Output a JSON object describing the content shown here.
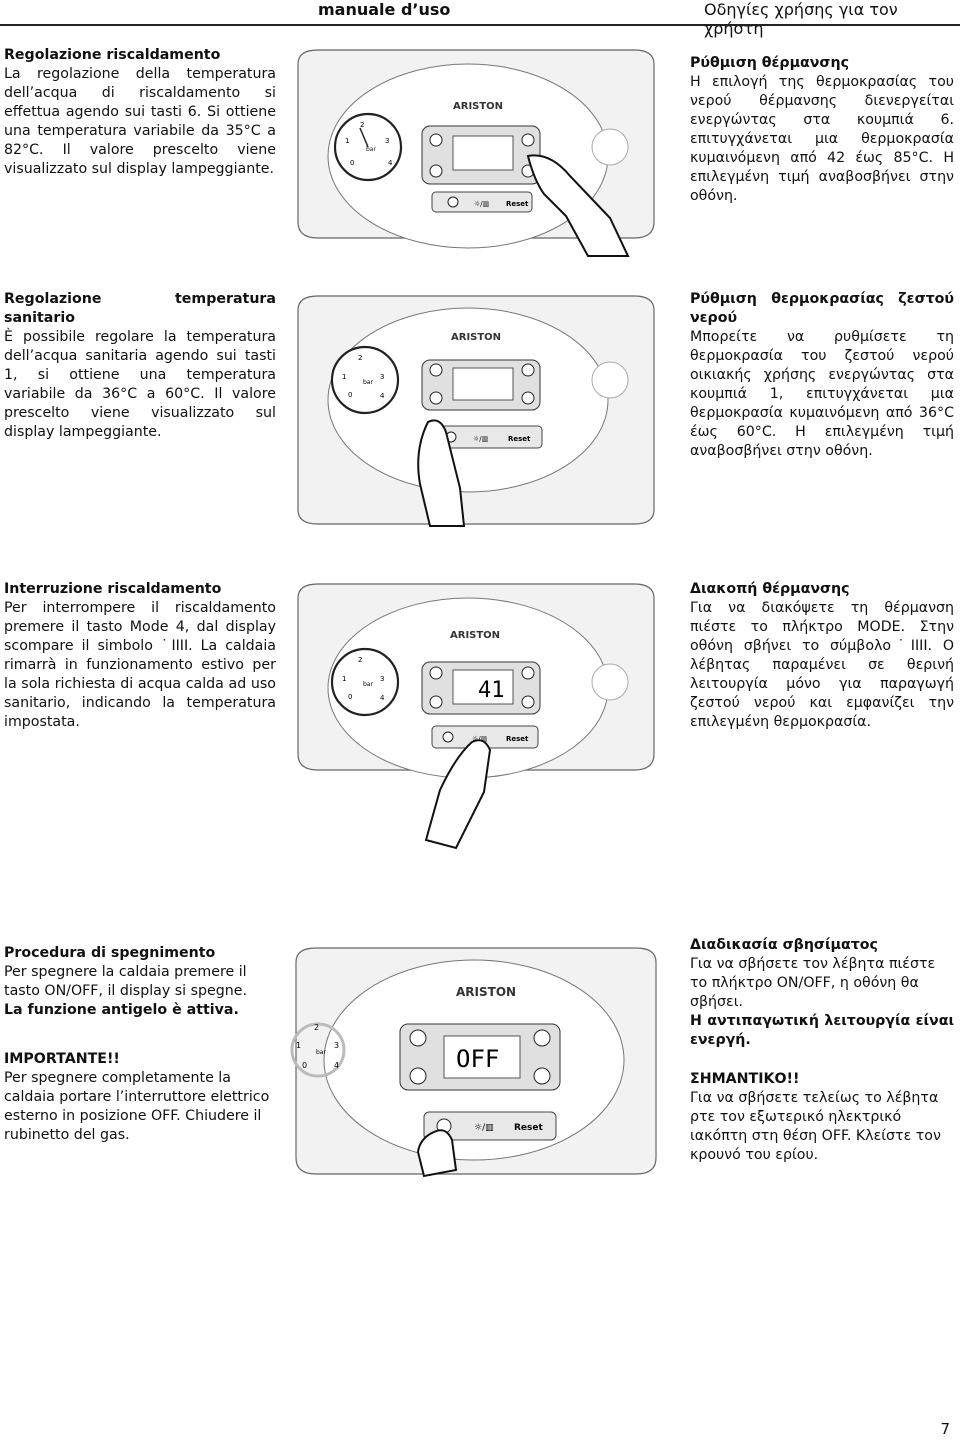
{
  "header": {
    "left": "manuale d’uso",
    "right": "Οδηγίες χρήσης για τον χρήστη"
  },
  "sections": [
    {
      "it_title": "Regolazione riscaldamento",
      "it_body": "La regolazione della temperatura dell’acqua di riscaldamento si effettua agendo sui tasti 6. Si ottiene una temperatura variabile da 35°C a 82°C. Il valore prescelto viene visualizzato sul display lampeggiante.",
      "gr_title": "Ρύθμιση θέρμανσης",
      "gr_body": "Η επιλογή της θερμοκρασίας του νερού θέρμανσης διενεργείται ενεργώντας στα κουμπιά 6. επιτυγχάνεται μια θερμοκρασία κυμαινόμενη από 42 έως 85°C. Η επιλεγμένη τιμή αναβοσβήνει στην οθόνη."
    },
    {
      "it_title": "Regolazione temperatura sanitario",
      "it_body": "È possibile regolare la temperatura dell’acqua sanitaria agendo sui tasti 1, si ottiene una temperatura variabile da 36°C a 60°C. Il valore prescelto viene visualizzato sul display lampeggiante.",
      "gr_title": "Ρύθμιση θερμοκρασίας ζεστού νερού",
      "gr_body": "Μπορείτε να ρυθμίσετε τη θερμοκρασία του ζεστού νερού οικιακής χρήσης ενεργώντας στα κουμπιά 1, επιτυγχάνεται μια θερμοκρασία κυμαινόμενη από 36°C έως 60°C. Η επιλεγμένη τιμή αναβοσβήνει στην οθόνη."
    },
    {
      "it_title": "Interruzione riscaldamento",
      "it_body": "Per interrompere il riscaldamento premere il tasto Mode 4, dal display scompare il simbolo ˙IIII. La caldaia rimarrà in funzionamento estivo per la sola richiesta di acqua calda ad uso sanitario, indicando la temperatura impostata.",
      "gr_title": "Διακοπή θέρμανσης",
      "gr_body": "Για να διακόψετε τη θέρμανση πιέστε το πλήκτρο MODE. Στην οθόνη σβήνει το σύμβολο˙IIII. Ο λέβητας παραμένει σε θερινή λειτουργία μόνο για παραγωγή ζεστού νερού και εμφανίζει την επιλεγμένη θερμοκρασία."
    },
    {
      "it_title": "Procedura di spegnimento",
      "it_body": "Per spegnere la caldaia premere il tasto ON/OFF, il display si spegne.",
      "it_bold": "La funzione antigelo è attiva.",
      "it_imp_title": "IMPORTANTE!!",
      "it_imp_body": "Per spegnere completamente la caldaia portare l’interruttore elettrico esterno in posizione OFF. Chiudere il rubinetto del gas.",
      "gr_title": "Διαδικασία σβησίματος",
      "gr_body": "Για να σβήσετε τον λέβητα πιέστε το πλήκτρο ON/OFF, η οθόνη θα σβήσει.",
      "gr_bold": "Η αντιπαγωτική λειτουργία είναι ενεργή.",
      "gr_imp_title": "ΣΗΜΑΝΤΙΚΟ!!",
      "gr_imp_body": "Για να σβήσετε τελείως το λέβητα ρτε τον εξωτερικό ηλεκτρικό ιακόπτη στη θέση OFF. Κλείστε τον κρουνό του ερίου."
    }
  ],
  "panels": [
    {
      "brand": "ARISTON",
      "reset": "Reset",
      "display": "",
      "gauge": [
        "0",
        "1",
        "2",
        "3",
        "4"
      ],
      "bar": "bar"
    },
    {
      "brand": "ARISTON",
      "reset": "Reset",
      "display": "",
      "gauge": [
        "0",
        "1",
        "2",
        "3",
        "4"
      ],
      "bar": "bar"
    },
    {
      "brand": "ARISTON",
      "reset": "Reset",
      "display": "41",
      "gauge": [
        "0",
        "1",
        "2",
        "3",
        "4"
      ],
      "bar": "bar"
    },
    {
      "brand": "ARISTON",
      "reset": "Reset",
      "display": "OFF",
      "gauge": [
        "0",
        "1",
        "2",
        "3",
        "4"
      ],
      "bar": "bar"
    }
  ],
  "page_number": "7"
}
